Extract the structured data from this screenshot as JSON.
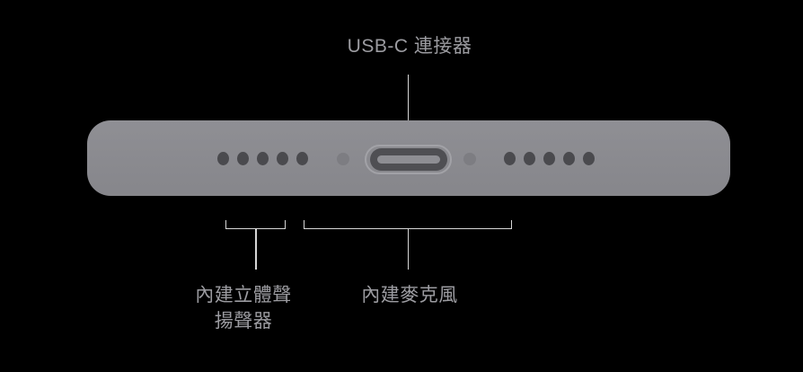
{
  "callouts": {
    "usb_c": {
      "label": "USB-C 連接器"
    },
    "speakers": {
      "line1": "內建立體聲",
      "line2": "揚聲器"
    },
    "microphone": {
      "label": "內建麥克風"
    }
  },
  "device": {
    "left_speaker_hole_count": 5,
    "right_speaker_hole_count": 5
  },
  "colors": {
    "background": "#000000",
    "body": "#8f8f94",
    "body_dark": "#86868b",
    "speaker_hole": "#4a4a4e",
    "screw": "#7d7d82",
    "port_ring": "#a2a2a7",
    "port_cavity": "#4f4f53",
    "port_tongue": "#8e8e93",
    "line": "#d6d6d6",
    "text": "#9c9ca1"
  }
}
